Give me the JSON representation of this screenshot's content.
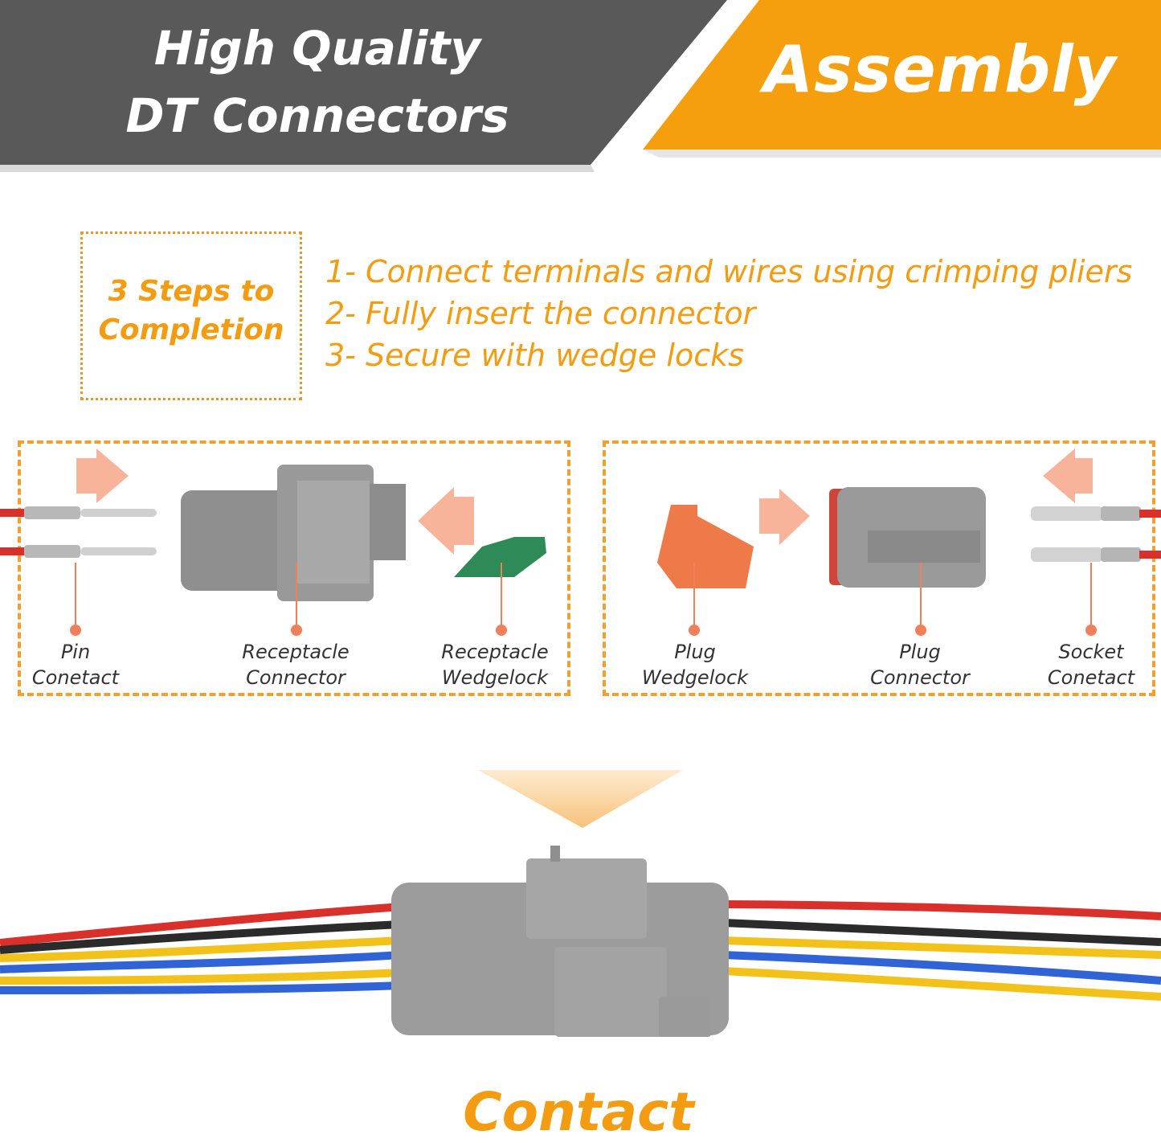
{
  "header": {
    "title_line1": "High Quality",
    "title_line2": "DT Connectors",
    "badge": "Assembly",
    "colors": {
      "dark": "#595959",
      "accent": "#f39c12"
    }
  },
  "steps": {
    "box_label_line1": "3 Steps to",
    "box_label_line2": "Completion",
    "items": [
      "1- Connect terminals and wires using crimping pliers",
      "2- Fully insert the connector",
      "3- Secure with wedge locks"
    ]
  },
  "left_panel": {
    "parts": [
      {
        "line1": "Pin",
        "line2": "Conetact",
        "icon": "pin-contact-icon"
      },
      {
        "line1": "Receptacle",
        "line2": "Connector",
        "icon": "receptacle-connector-icon"
      },
      {
        "line1": "Receptacle",
        "line2": "Wedgelock",
        "icon": "receptacle-wedgelock-icon"
      }
    ]
  },
  "right_panel": {
    "parts": [
      {
        "line1": "Plug",
        "line2": "Wedgelock",
        "icon": "plug-wedgelock-icon"
      },
      {
        "line1": "Plug",
        "line2": "Connector",
        "icon": "plug-connector-icon"
      },
      {
        "line1": "Socket",
        "line2": "Conetact",
        "icon": "socket-contact-icon"
      }
    ]
  },
  "bottom": {
    "label": "Contact",
    "wire_colors": [
      "#d9302b",
      "#2b2b2b",
      "#f2c21b",
      "#2f63d6"
    ]
  }
}
